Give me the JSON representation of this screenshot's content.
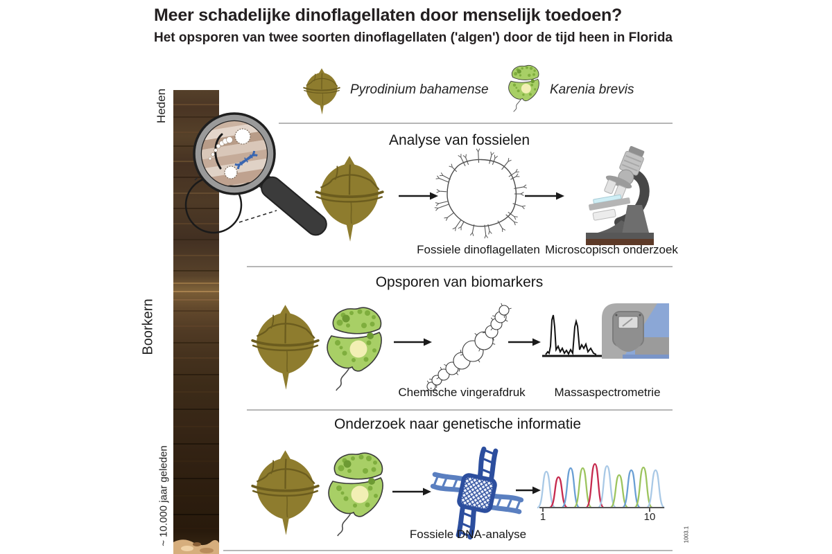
{
  "header": {
    "title": "Meer schadelijke dinoflagellaten door menselijk toedoen?",
    "subtitle": "Het opsporen van twee soorten dinoflagellaten ('algen') door de tijd heen in Florida"
  },
  "core": {
    "top_label": "Heden",
    "side_label": "Boorkern",
    "bottom_label": "~ 10.000 jaar geleden"
  },
  "legend": {
    "species": [
      {
        "name": "Pyrodinium bahamense",
        "icon": "pyrodinium-cell-icon",
        "color": "#8e7c2e"
      },
      {
        "name": "Karenia brevis",
        "icon": "karenia-cell-icon",
        "color": "#a8cf66"
      }
    ]
  },
  "sections": [
    {
      "heading": "Analyse van fossielen",
      "captions": [
        "Fossiele dinoflagellaten",
        "Microscopisch onderzoek"
      ],
      "icons": [
        "pyrodinium-cell-icon",
        "arrow-icon",
        "fossil-cyst-icon",
        "arrow-icon",
        "microscope-icon"
      ]
    },
    {
      "heading": "Opsporen van biomarkers",
      "captions": [
        "Chemische vingerafdruk",
        "Massaspectrometrie"
      ],
      "icons": [
        "pyrodinium-cell-icon",
        "karenia-cell-icon",
        "arrow-icon",
        "chemical-structure-icon",
        "arrow-icon",
        "mass-spectrum-icon",
        "mass-spectrometer-icon"
      ]
    },
    {
      "heading": "Onderzoek naar genetische informatie",
      "captions": [
        "Fossiele DNA-analyse"
      ],
      "axis": {
        "start": "1",
        "end": "10"
      },
      "icons": [
        "pyrodinium-cell-icon",
        "karenia-cell-icon",
        "arrow-icon",
        "dna-tangle-icon",
        "arrow-icon",
        "electropherogram-icon"
      ]
    }
  ],
  "electropherogram": {
    "peaks": [
      {
        "color": "#a9c9e6",
        "height": 52
      },
      {
        "color": "#c62a4e",
        "height": 44
      },
      {
        "color": "#6a9fd4",
        "height": 57
      },
      {
        "color": "#9cc45e",
        "height": 57
      },
      {
        "color": "#c62a4e",
        "height": 63
      },
      {
        "color": "#a9c9e6",
        "height": 60
      },
      {
        "color": "#9cc45e",
        "height": 47
      },
      {
        "color": "#6a9fd4",
        "height": 54
      },
      {
        "color": "#9cc45e",
        "height": 58
      },
      {
        "color": "#a9c9e6",
        "height": 54
      }
    ]
  },
  "footnote": "1003.1",
  "colors": {
    "pyrodinium": "#8e7c2e",
    "pyrodinium_dark": "#6b5c1e",
    "karenia": "#a8cf66",
    "karenia_spot": "#7fae3e",
    "karenia_nucleus": "#f2efb4",
    "dna_dark": "#2c4e9e",
    "dna_light": "#5a7fc0",
    "divider": "#9e9e9e",
    "arrow": "#1a1a1a"
  }
}
